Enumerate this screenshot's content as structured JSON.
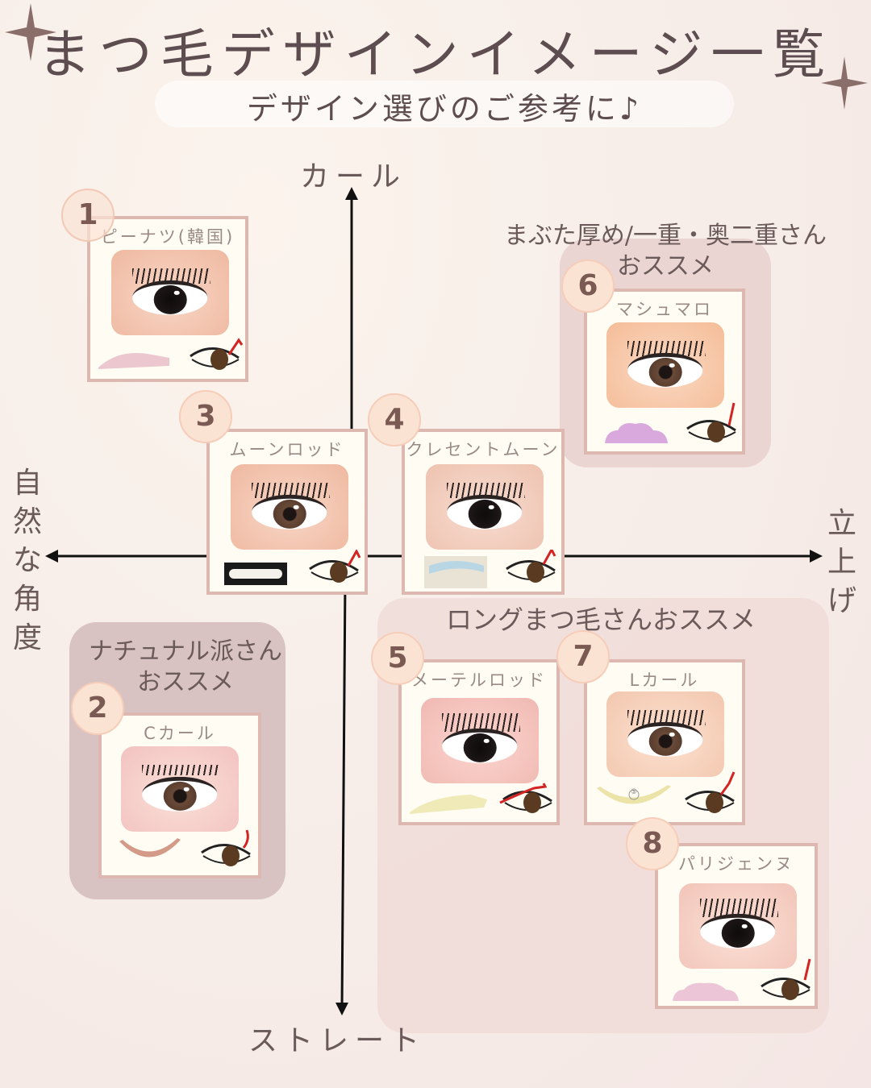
{
  "header": {
    "title": "まつ毛デザインイメージ一覧",
    "subtitle": "デザイン選びのご参考に♪"
  },
  "axes": {
    "top": "カール",
    "bottom": "ストレート",
    "left": [
      "自",
      "然",
      "な",
      "角",
      "度"
    ],
    "right": [
      "立",
      "上",
      "げ"
    ]
  },
  "groups": {
    "natural": [
      "ナチュナル派さん",
      "おススメ"
    ],
    "thick_lid": [
      "まぶた厚め/一重・奥二重さん",
      "おススメ"
    ],
    "long_lash": "ロングまつ毛さんおススメ"
  },
  "designs": [
    {
      "number": "1",
      "name": "ピーナツ(韓国)"
    },
    {
      "number": "2",
      "name": "Cカール"
    },
    {
      "number": "3",
      "name": "ムーンロッド"
    },
    {
      "number": "4",
      "name": "クレセントムーン"
    },
    {
      "number": "5",
      "name": "メーテルロッド"
    },
    {
      "number": "6",
      "name": "マシュマロ"
    },
    {
      "number": "7",
      "name": "Lカール"
    },
    {
      "number": "8",
      "name": "パリジェンヌ"
    }
  ],
  "rod_mark_7": "⑤",
  "colors": {
    "accent": "#dcb8b0",
    "card": "#fffdf3",
    "group_natural": "#d8c2c2",
    "group_lid": "#ead5d3",
    "group_long": "#f0dcd8",
    "badge": "#fbe3d4",
    "eyeline_red": "#d42323"
  },
  "icons": [
    "sparkle-star-icon",
    "eye-sketch-icon",
    "arrow-up-icon",
    "arrow-down-icon",
    "arrow-left-icon",
    "arrow-right-icon"
  ]
}
